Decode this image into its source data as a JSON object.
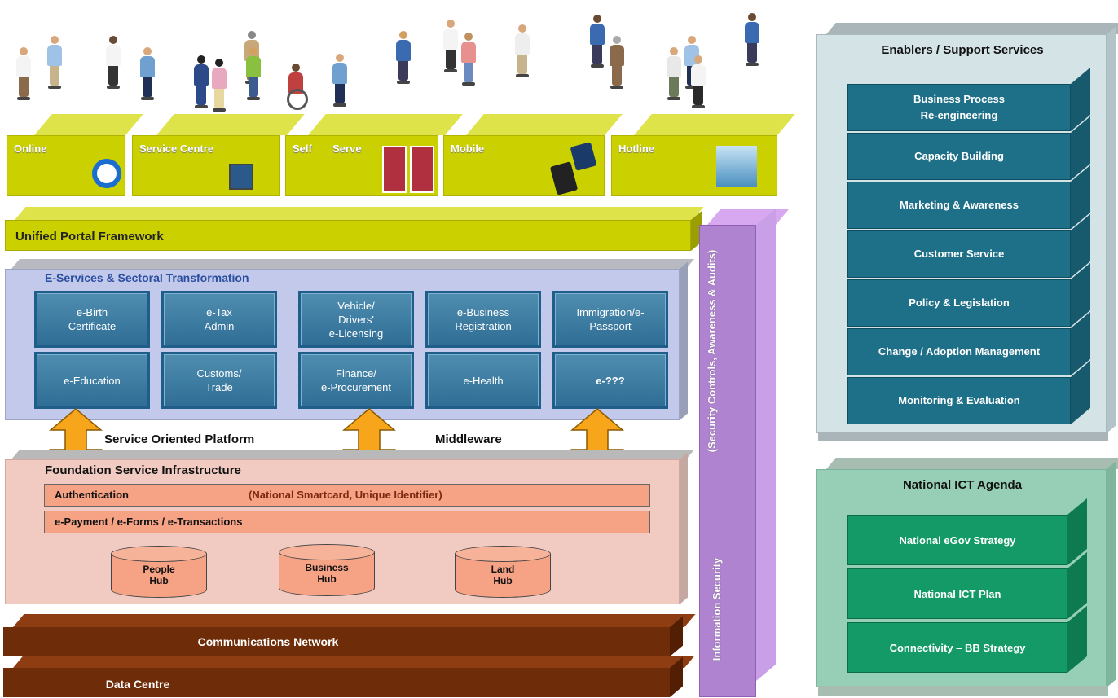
{
  "channels": [
    {
      "label": "Online"
    },
    {
      "label": "Service Centre"
    },
    {
      "label": "Self       Serve"
    },
    {
      "label": "Mobile"
    },
    {
      "label": "Hotline"
    }
  ],
  "portal": {
    "label": "Unified Portal Framework"
  },
  "eservices": {
    "title": "E-Services & Sectoral Transformation",
    "tiles": [
      "e-Birth\nCertificate",
      "e-Tax\nAdmin",
      "Vehicle/\nDrivers'\ne-Licensing",
      "e-Business\nRegistration",
      "Immigration/e-\nPassport",
      "e-Education",
      "Customs/\nTrade",
      "Finance/\ne-Procurement",
      "e-Health",
      "e-???"
    ]
  },
  "platform": {
    "left_label": "Service Oriented Platform",
    "right_label": "Middleware"
  },
  "foundation": {
    "title": "Foundation Service Infrastructure",
    "auth_label": "Authentication",
    "auth_detail": "(National Smartcard, Unique Identifier)",
    "payment_label": "e-Payment / e-Forms / e-Transactions",
    "hubs": [
      "People\nHub",
      "Business\nHub",
      "Land\nHub"
    ]
  },
  "network": {
    "communications": "Communications Network",
    "data_centre": "Data Centre"
  },
  "security": {
    "top_label": "(Security Controls, Awareness & Audits)",
    "bottom_label": "Information Security"
  },
  "enablers": {
    "title": "Enablers / Support Services",
    "items": [
      "Business Process\nRe-engineering",
      "Capacity Building",
      "Marketing & Awareness",
      "Customer Service",
      "Policy & Legislation",
      "Change / Adoption Management",
      "Monitoring & Evaluation"
    ]
  },
  "ict_agenda": {
    "title": "National ICT Agenda",
    "items": [
      "National eGov Strategy",
      "National ICT Plan",
      "Connectivity – BB Strategy"
    ]
  }
}
